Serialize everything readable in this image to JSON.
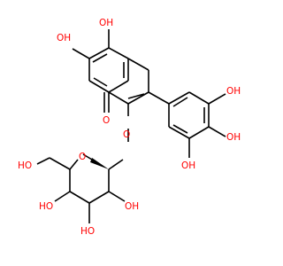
{
  "structure": {
    "atom_labels": {
      "oh_top_left": "OH",
      "oh_top_mid": "OH",
      "oh_ring_right_top": "OH",
      "oh_ring_right_mid": "OH",
      "oh_ring_right_bot": "OH",
      "ketone_o": "O",
      "ether_o": "O",
      "ring_o": "O",
      "ch2oh_o": "HO",
      "oh_sugar_left": "HO",
      "oh_sugar_bot": "HO",
      "oh_sugar_right": "OH"
    }
  },
  "colors": {
    "bond": "#000000",
    "heteroatom_oxygen": "#ff0000",
    "background": "#ffffff"
  }
}
